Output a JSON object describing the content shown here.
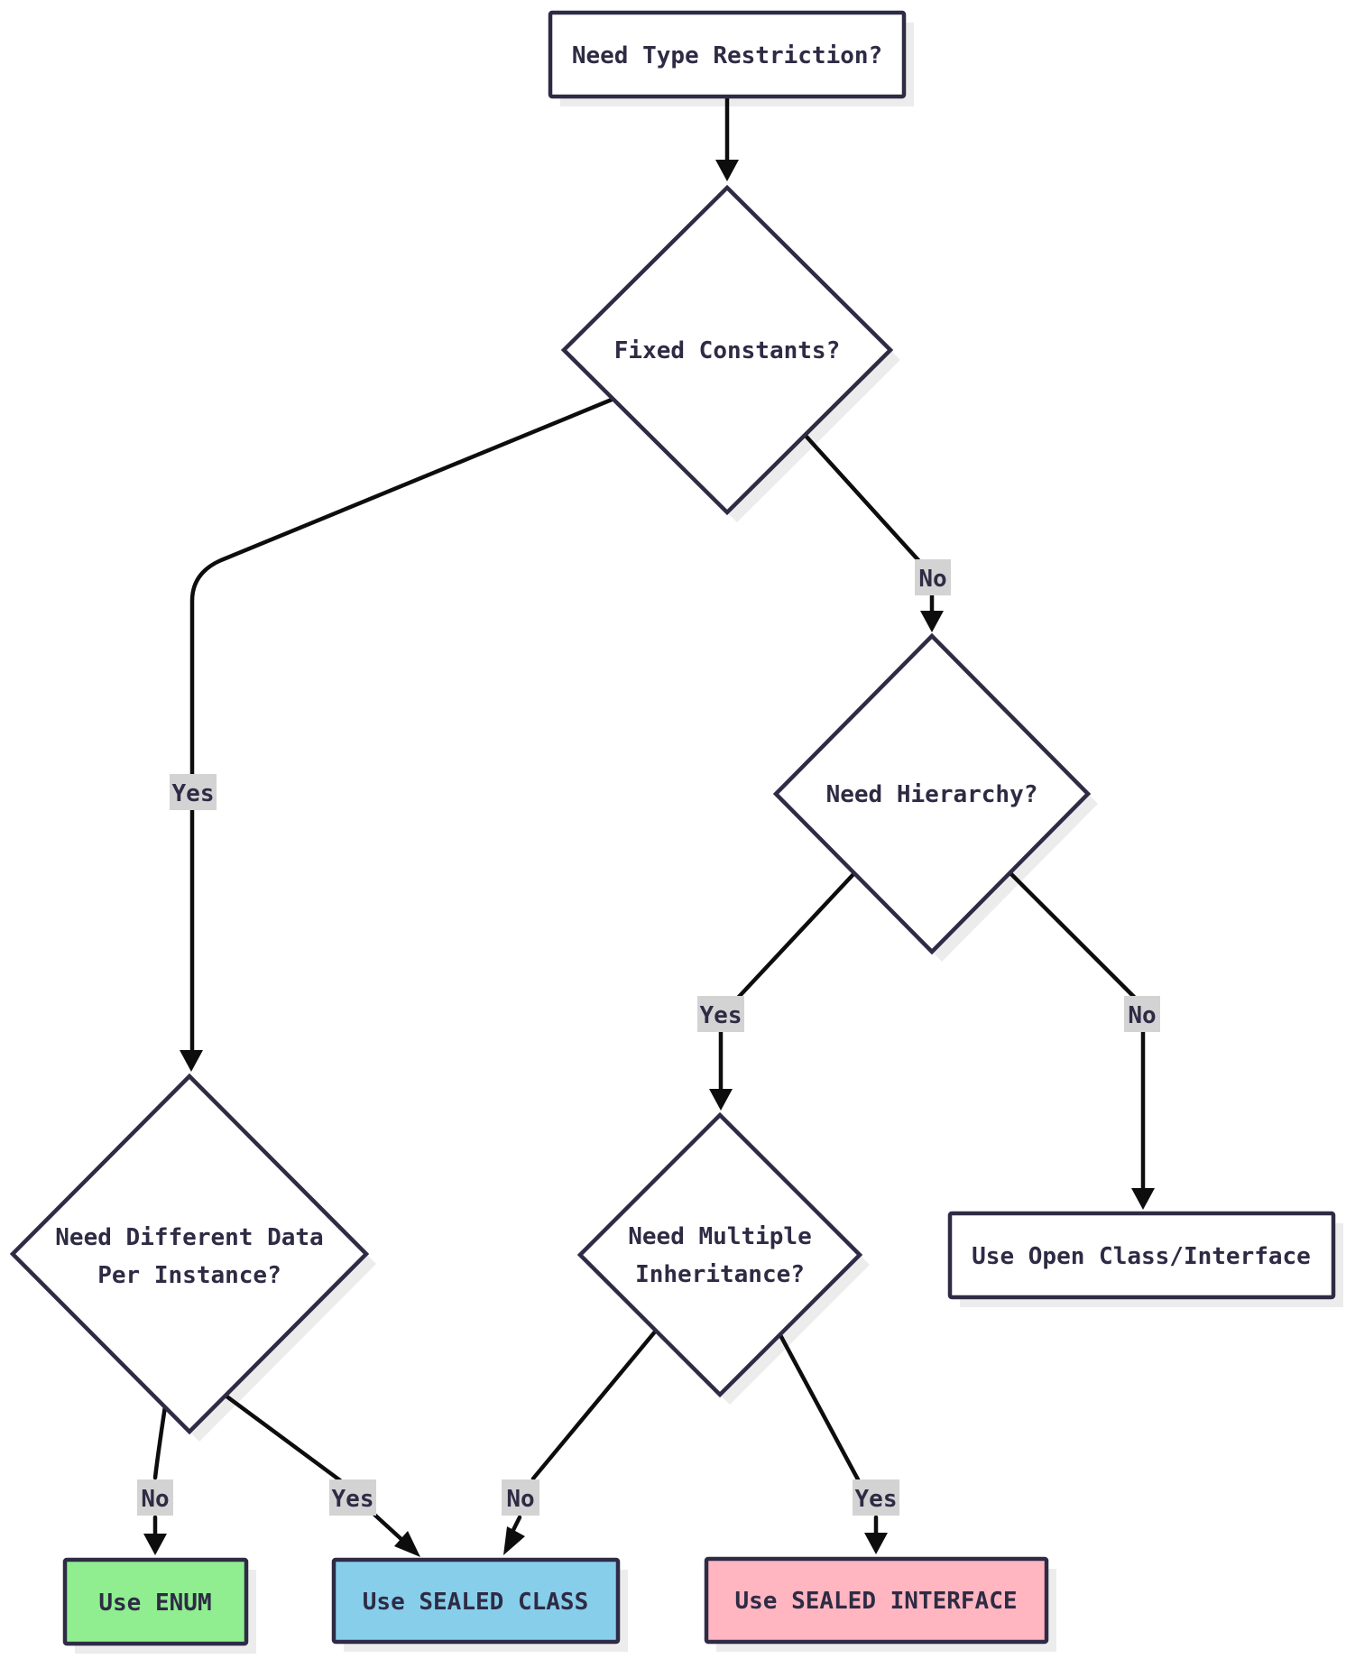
{
  "colors": {
    "background": "#ffffff",
    "node_border": "#2e2b44",
    "node_text": "#2e2b44",
    "connector": "#0d0d0d",
    "edge_label_bg": "#d3d3d3",
    "shadow": "#ececec",
    "node_fill_default": "#ffffff",
    "enum_fill": "#90ee90",
    "sealed_class_fill": "#87ceeb",
    "sealed_interface_fill": "#ffb6c1"
  },
  "nodes": {
    "need_type_restriction": {
      "label": "Need Type Restriction?"
    },
    "fixed_constants": {
      "label": "Fixed Constants?"
    },
    "need_different_data": {
      "line1": "Need Different Data",
      "line2": "Per Instance?"
    },
    "need_hierarchy": {
      "label": "Need Hierarchy?"
    },
    "need_multiple_inheritance": {
      "line1": "Need Multiple",
      "line2": "Inheritance?"
    },
    "use_enum": {
      "label": "Use ENUM"
    },
    "use_sealed_class": {
      "label": "Use SEALED CLASS"
    },
    "use_sealed_interface": {
      "label": "Use SEALED INTERFACE"
    },
    "use_open_class_interface": {
      "label": "Use Open Class/Interface"
    }
  },
  "edges": {
    "fixed_constants_yes": "Yes",
    "fixed_constants_no": "No",
    "need_hierarchy_yes": "Yes",
    "need_hierarchy_no": "No",
    "need_different_data_no": "No",
    "need_different_data_yes": "Yes",
    "need_multiple_inheritance_no": "No",
    "need_multiple_inheritance_yes": "Yes"
  }
}
